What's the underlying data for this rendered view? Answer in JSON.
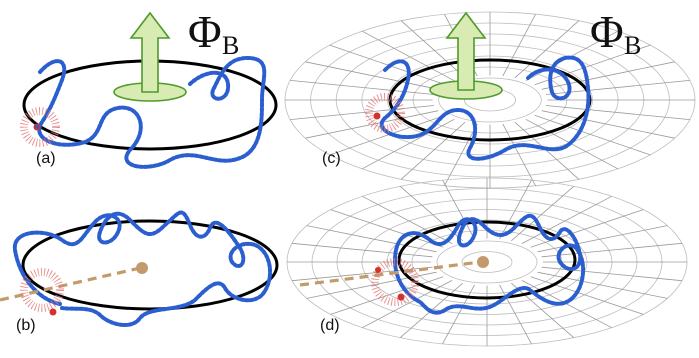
{
  "flux_symbol": "Φ",
  "flux_subscript": "B",
  "panels": [
    {
      "label": "(a)",
      "has_grid": false,
      "has_flux_arrow": true,
      "has_tether": false
    },
    {
      "label": "(b)",
      "has_grid": false,
      "has_flux_arrow": false,
      "has_tether": true
    },
    {
      "label": "(c)",
      "has_grid": true,
      "has_flux_arrow": true,
      "has_tether": false
    },
    {
      "label": "(d)",
      "has_grid": true,
      "has_flux_arrow": false,
      "has_tether": true
    }
  ],
  "colors": {
    "loop": "#000000",
    "curve": "#2b5fd0",
    "arrow_fill": "#d7ebb2",
    "arrow_stroke": "#4f9a2a",
    "particle": "#d0342c",
    "halo": "#e57a7a",
    "tether": "#c39a6b",
    "tether_knob": "#c39a6b",
    "grid": "#b0b0b0"
  },
  "icons": [
    "flux-arrow-icon",
    "particle-dot-icon"
  ]
}
